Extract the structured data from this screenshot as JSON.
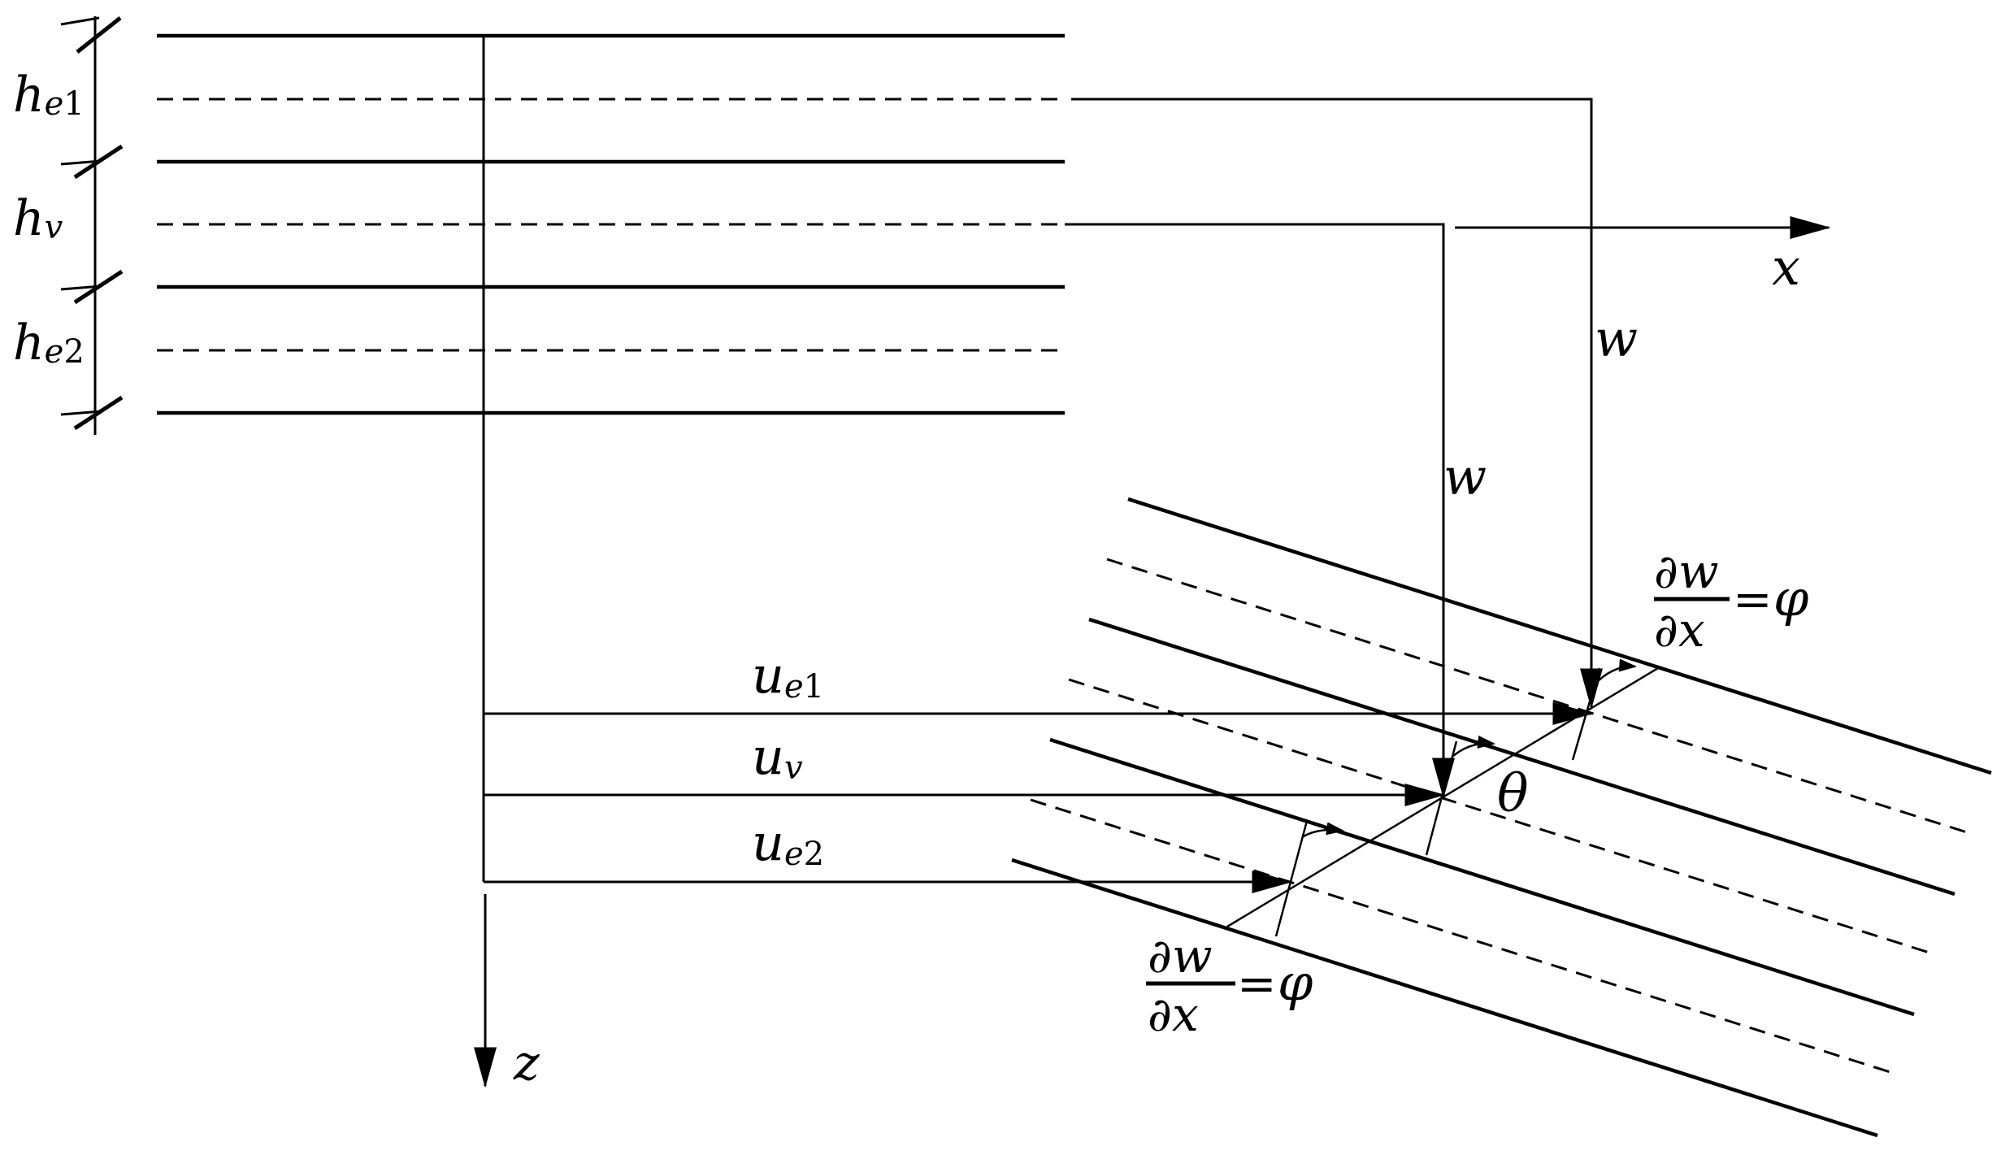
{
  "layer_thicknesses": [
    {
      "symbol": "h",
      "subscript": "e",
      "index": "1"
    },
    {
      "symbol": "h",
      "subscript": "v",
      "index": ""
    },
    {
      "symbol": "h",
      "subscript": "e",
      "index": "2"
    }
  ],
  "axes": {
    "x": "x",
    "z": "z"
  },
  "deflection_labels": [
    "w",
    "w"
  ],
  "displacements": [
    {
      "symbol": "u",
      "subscript": "e",
      "index": "1"
    },
    {
      "symbol": "u",
      "subscript": "v",
      "index": ""
    },
    {
      "symbol": "u",
      "subscript": "e",
      "index": "2"
    }
  ],
  "angle_label": "θ",
  "slope_relation": {
    "numerator": "∂w",
    "denominator": "∂x",
    "equals": "=",
    "rhs": "φ"
  }
}
